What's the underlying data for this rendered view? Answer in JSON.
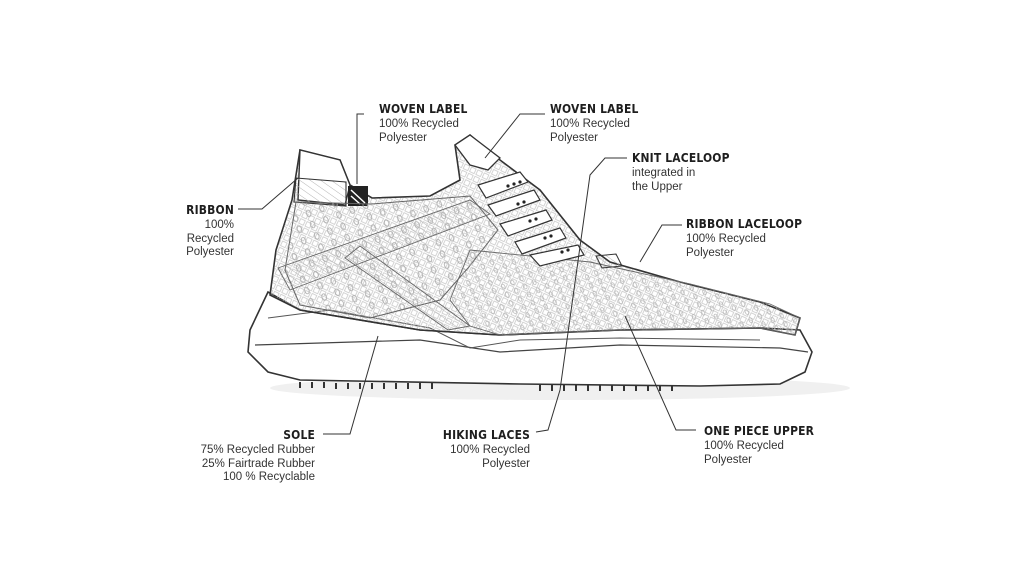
{
  "callouts": {
    "woven_label_left": {
      "title": "WOVEN LABEL",
      "lines": [
        "100% Recycled",
        "Polyester"
      ]
    },
    "woven_label_right": {
      "title": "WOVEN LABEL",
      "lines": [
        "100% Recycled",
        "Polyester"
      ]
    },
    "knit_laceloop": {
      "title": "KNIT LACELOOP",
      "lines": [
        "integrated in",
        "the Upper"
      ]
    },
    "ribbon": {
      "title": "RIBBON",
      "lines": [
        "100%",
        "Recycled",
        "Polyester"
      ]
    },
    "ribbon_laceloop": {
      "title": "RIBBON LACELOOP",
      "lines": [
        "100% Recycled",
        "Polyester"
      ]
    },
    "sole": {
      "title": "SOLE",
      "lines": [
        "75% Recycled Rubber",
        "25% Fairtrade Rubber",
        "100 % Recyclable"
      ]
    },
    "hiking_laces": {
      "title": "HIKING LACES",
      "lines": [
        "100% Recycled",
        "Polyester"
      ]
    },
    "one_piece_upper": {
      "title": "ONE PIECE UPPER",
      "lines": [
        "100% Recycled",
        "Polyester"
      ]
    }
  },
  "colors": {
    "outline": "#333333",
    "text": "#1e1e1e",
    "pattern": "#9a9a9a"
  }
}
